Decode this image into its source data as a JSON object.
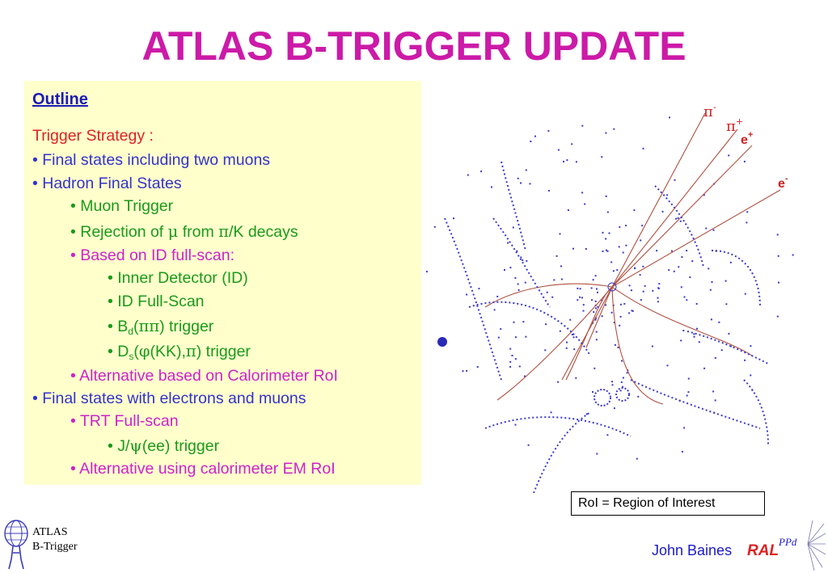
{
  "slide": {
    "title": "ATLAS B-TRIGGER UPDATE"
  },
  "outline": {
    "heading": "Outline",
    "strategy_label": "Trigger Strategy",
    "strategy_colon": " :",
    "items": {
      "final_two_muons": "• Final states including two muons",
      "hadron_final": "• Hadron Final States",
      "muon_trigger": "• Muon Trigger",
      "rejection_pre": "• Rejection of ",
      "rejection_mu": "μ",
      "rejection_mid": " from ",
      "rejection_pi": "π",
      "rejection_post": "/K decays",
      "id_fullscan": "• Based on ID full-scan:",
      "inner_detector": "• Inner Detector (ID)",
      "id_full_scan": "• ID Full-Scan",
      "bd_pre": "• B",
      "bd_sub": "d",
      "bd_open": "(",
      "bd_pipi": "ππ",
      "bd_post": ") trigger",
      "ds_pre": "• D",
      "ds_sub": "s",
      "ds_open": "(",
      "ds_phi": "φ",
      "ds_mid": "(KK),",
      "ds_pi": "π",
      "ds_post": ") trigger",
      "alt_calo_roi": "• Alternative based on Calorimeter RoI",
      "final_electrons_muons": "• Final states with electrons and muons",
      "trt_fullscan": "• TRT Full-scan",
      "jpsi_pre": "• J/",
      "jpsi_psi": "ψ",
      "jpsi_post": "(ee) trigger",
      "alt_calo_em": "• Alternative using calorimeter EM RoI"
    }
  },
  "event_display": {
    "labels": {
      "pi_minus": "π",
      "pi_minus_sup": "-",
      "pi_plus": "π",
      "pi_plus_sup": "+",
      "e_plus": "e",
      "e_plus_sup": "+",
      "e_minus": "e",
      "e_minus_sup": "-"
    },
    "colors": {
      "track": "#b05040",
      "hits": "#3a3ad0",
      "label": "#cc2222"
    }
  },
  "roi_note": "RoI = Region of Interest",
  "footer": {
    "logo_line1": "ATLAS",
    "logo_line2": "B-Trigger",
    "author": "John Baines",
    "institute": "RAL",
    "institute_sup": "PPd"
  },
  "colors": {
    "title": "#cc1aa8",
    "box_bg": "#ffffcc",
    "blue": "#3333cc",
    "green": "#1a9a1a",
    "magenta": "#cc22cc",
    "red": "#dd2222"
  }
}
